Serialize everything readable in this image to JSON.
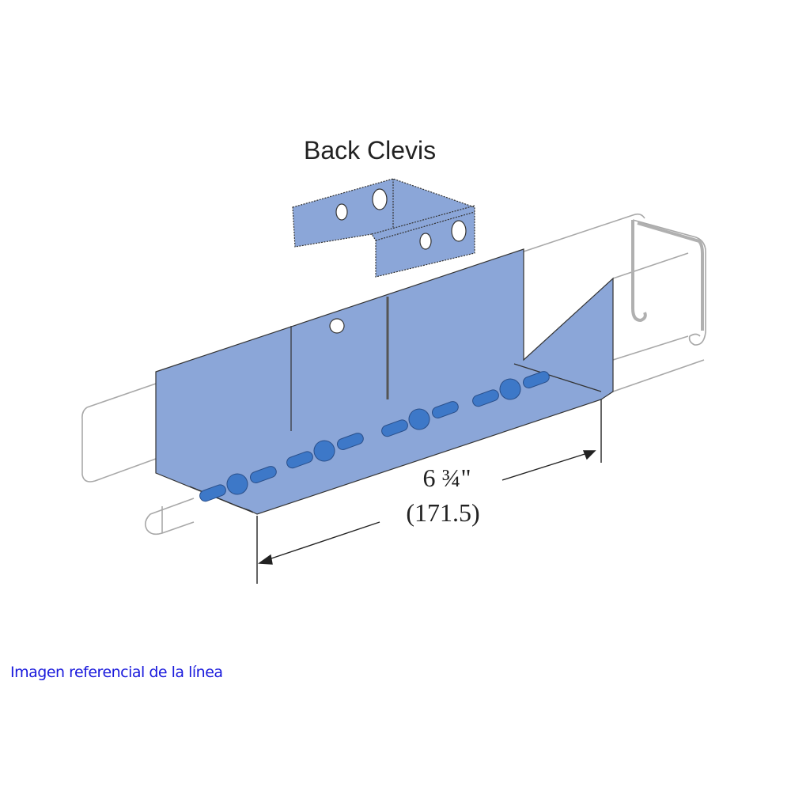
{
  "title": "Back Clevis",
  "dimension": {
    "imperial": "6 ¾\"",
    "metric": "(171.5)"
  },
  "caption": "Imagen referencial de la línea",
  "colors": {
    "part_fill": "#8ba6d8",
    "slot_fill": "#3d78c8",
    "channel_stroke": "#a8a8a8",
    "caption": "#1a1adc"
  }
}
